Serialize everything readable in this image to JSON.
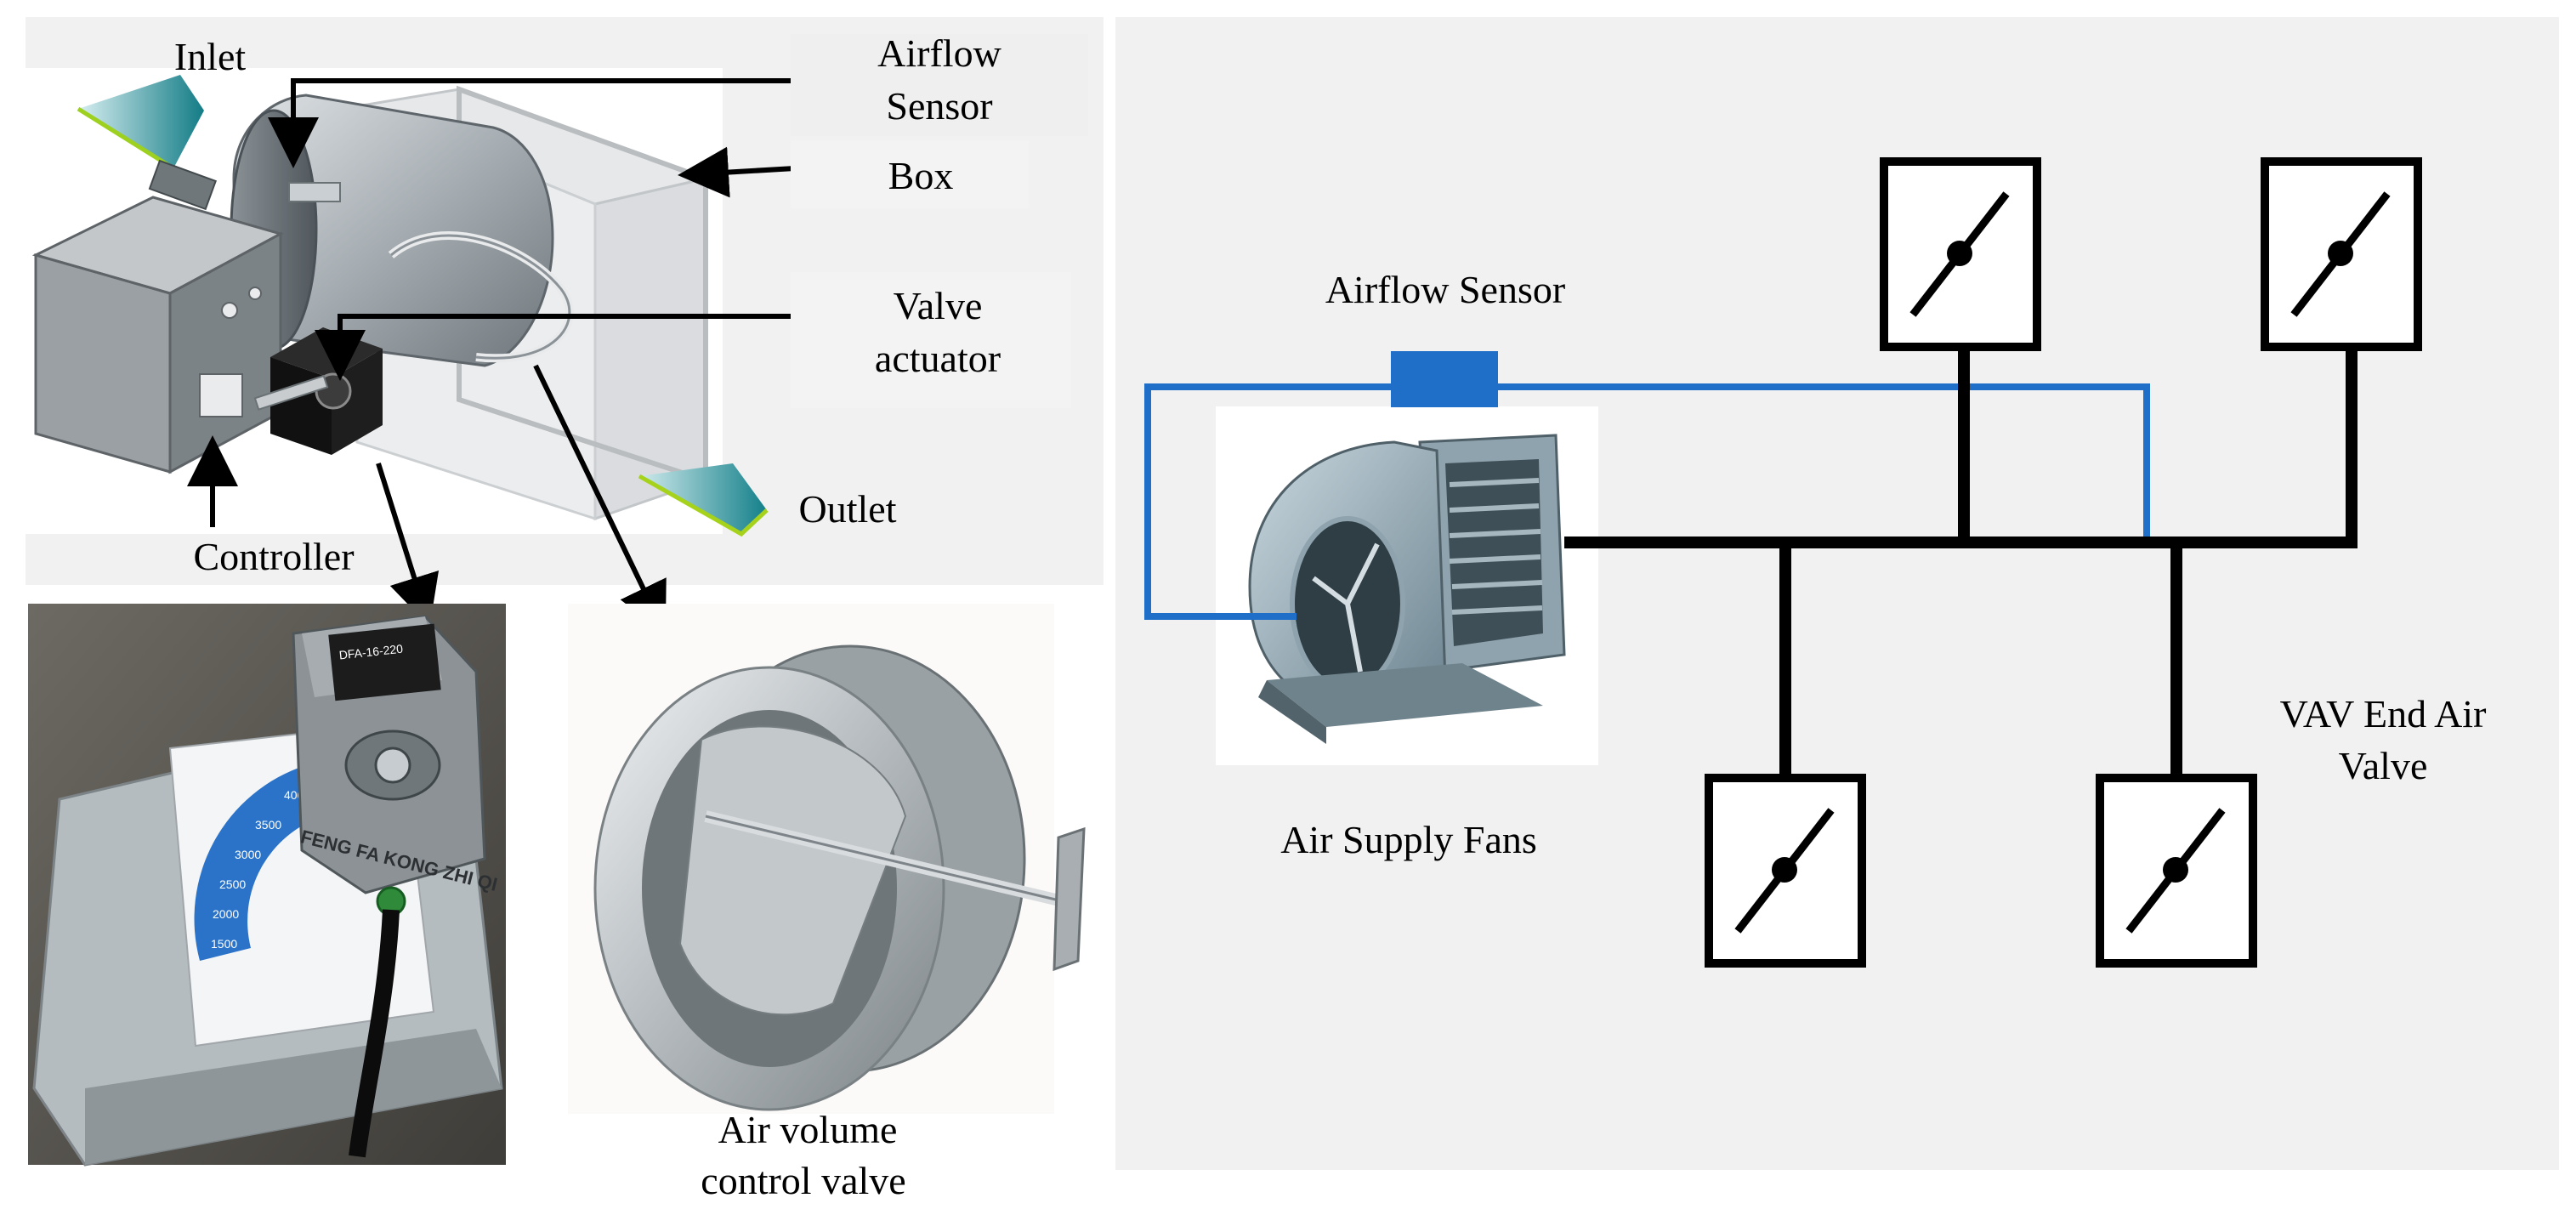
{
  "left_panel": {
    "labels": {
      "inlet": "Inlet",
      "airflow_sensor_line1": "Airflow",
      "airflow_sensor_line2": "Sensor",
      "box": "Box",
      "valve_actuator_line1": "Valve",
      "valve_actuator_line2": "actuator",
      "outlet": "Outlet",
      "controller": "Controller",
      "air_volume_line1": "Air volume",
      "air_volume_line2": "control valve"
    },
    "actuator_photo": {
      "brand_text": "FENG FA KONG ZHI QI",
      "nameplate_text": "DFA-16-220"
    },
    "dial_ticks": [
      "4000",
      "3500",
      "3000",
      "2500",
      "2000",
      "1500"
    ]
  },
  "right_panel": {
    "labels": {
      "airflow_sensor": "Airflow Sensor",
      "air_supply_fans": "Air Supply Fans",
      "vav_line1": "VAV End Air",
      "vav_line2": "Valve"
    }
  },
  "colors": {
    "panel_bg": "#f1f1f1",
    "sensor_blue": "#1f6fc9",
    "duct_black": "#000000",
    "inlet_arrow_from": "#b6dde0",
    "inlet_arrow_to": "#137c86",
    "outlet_accent": "#a6d21c",
    "metal": "#a9b0b5",
    "dial_blue": "#2a73c9"
  }
}
